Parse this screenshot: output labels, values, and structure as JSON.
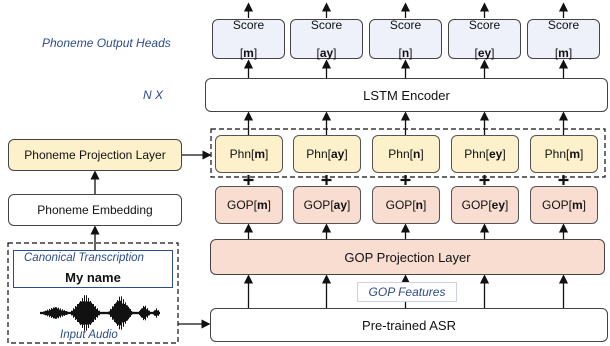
{
  "labels": {
    "phoneme_output_heads": "Phoneme Output Heads",
    "nx": "N X",
    "lstm_encoder": "LSTM Encoder",
    "phoneme_projection_layer": "Phoneme Projection Layer",
    "phoneme_embedding": "Phoneme Embedding",
    "canonical_transcription": "Canonical Transcription",
    "canonical_text": "My name",
    "input_audio": "Input Audio",
    "gop_projection_layer": "GOP Projection Layer",
    "gop_features": "GOP Features",
    "pretrained_asr": "Pre-trained ASR"
  },
  "phonemes": [
    "m",
    "ay",
    "n",
    "ey",
    "m"
  ],
  "prefixes": {
    "score": "Score",
    "phn": "Phn",
    "gop": "GOP"
  },
  "colors": {
    "score_fill": "#eef1f9",
    "phn_fill": "#fdf1cc",
    "gop_fill": "#f8ddd0",
    "label_blue": "#2e4c8a"
  }
}
